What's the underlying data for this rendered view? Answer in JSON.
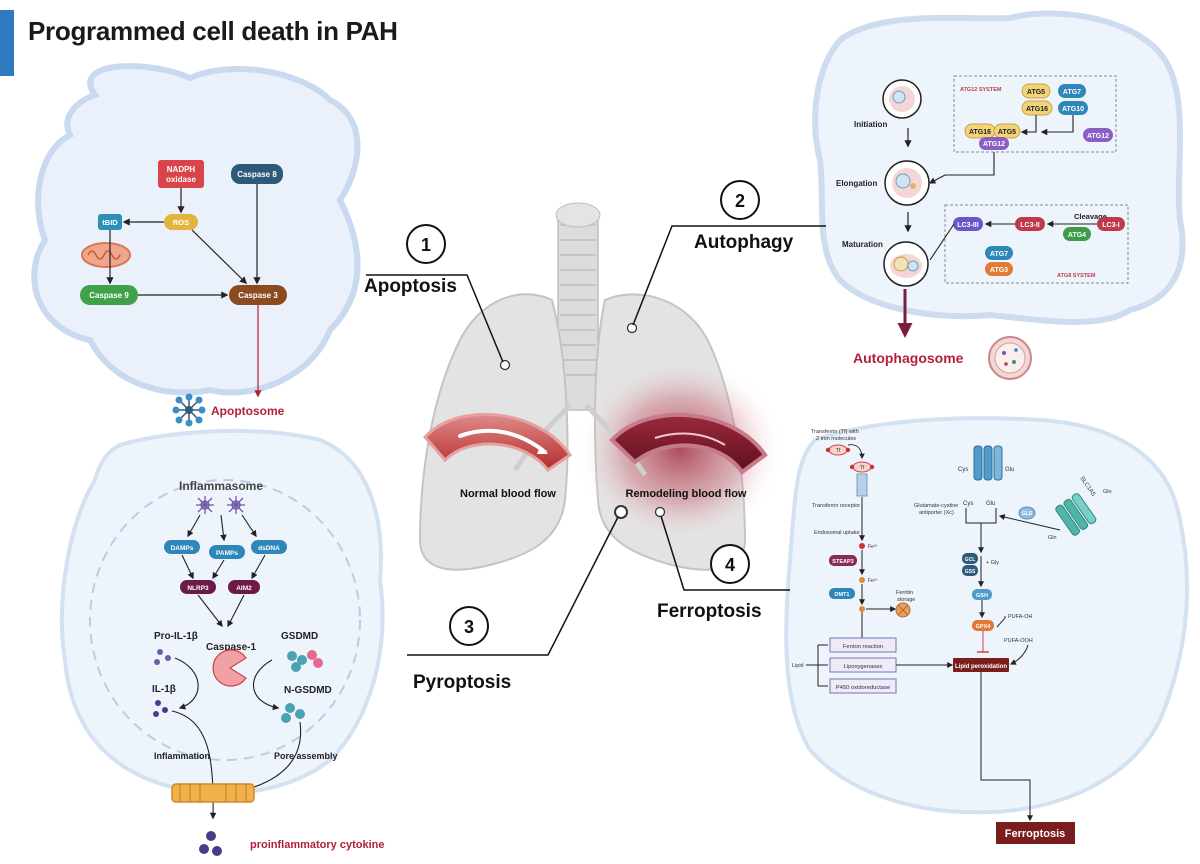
{
  "title": "Programmed cell death in PAH",
  "pathways": [
    {
      "number": "1",
      "label": "Apoptosis"
    },
    {
      "number": "2",
      "label": "Autophagy"
    },
    {
      "number": "3",
      "label": "Pyroptosis"
    },
    {
      "number": "4",
      "label": "Ferroptosis"
    }
  ],
  "lung": {
    "normal_label": "Normal blood flow",
    "remodeling_label": "Remodeling blood flow"
  },
  "apoptosis": {
    "nadph": "NADPH oxidase",
    "nadph_line1": "NADPH",
    "nadph_line2": "oxidase",
    "caspase8": "Caspase 8",
    "tbid": "tBID",
    "ros": "ROS",
    "caspase9": "Caspase 9",
    "caspase3": "Caspase 3",
    "apoptosome": "Apoptosome"
  },
  "autophagy": {
    "initiation": "Initiation",
    "elongation": "Elongation",
    "maturation": "Maturation",
    "atg12_system": "ATG12 SYSTEM",
    "atg8_system": "ATG8 SYSTEM",
    "atg5": "ATG5",
    "atg7": "ATG7",
    "atg16": "ATG16",
    "atg10": "ATG10",
    "atg12": "ATG12",
    "lc3_iii": "LC3-III",
    "lc3_ii": "LC3-II",
    "lc3_i": "LC3-I",
    "atg4": "ATG4",
    "atg3": "ATG3",
    "cleavage": "Cleavage",
    "autophagosome": "Autophagosome"
  },
  "pyroptosis": {
    "inflammasome": "Inflammasome",
    "damps": "DAMPs",
    "pamps": "PAMPs",
    "dsdna": "dsDNA",
    "nlrp3": "NLRP3",
    "aim2": "AIM2",
    "pro_il1b": "Pro-IL-1β",
    "caspase1": "Caspase-1",
    "gsdmd": "GSDMD",
    "il1b": "IL-1β",
    "n_gsdmd": "N-GSDMD",
    "inflammation": "Inflammation",
    "pore_assembly": "Pore assembly",
    "cytokine": "proinflammatory cytokine"
  },
  "ferroptosis": {
    "transferrin_line1": "Transferrin (Tf) with",
    "transferrin_line2": "2 iron molecules",
    "tf": "Tf",
    "transferrin_receptor": "Transferrin receptor",
    "endosomal_uptake": "Endosomal uptake",
    "fe3": "Fe³⁺",
    "steap3": "STEAP3",
    "fe2": "Fe²⁺",
    "dmt1": "DMT1",
    "ferritin_line1": "Ferritin",
    "ferritin_line2": "storage",
    "fenton": "Fenton reaction",
    "lipoxygenases": "Lipoxygenases",
    "p450": "P450 oxidoreductase",
    "lipid": "Lipid",
    "lipid_peroxidation": "Lipid peroxidation",
    "cys": "Cys",
    "glu": "Glu",
    "antiporter_line1": "Glutamate-cystine",
    "antiporter_line2": "antiporter (Xc)",
    "slc1a5": "SLC1A5",
    "gln": "Gln",
    "gls": "GLS",
    "gcl": "GCL",
    "gss": "GSS",
    "gly": "+ Gly",
    "gsh": "GSH",
    "gpx4": "GPX4",
    "pufa_oh": "PUFA-OH",
    "pufa_ooh": "PUFA-OOH",
    "result": "Ferroptosis"
  },
  "colors": {
    "title_bar": "#2f7bc1",
    "membrane": "#c9d9ef",
    "cell_fill": "#eaf1fa",
    "nadph": "#d9434a",
    "caspase8": "#2d5a78",
    "tbid": "#2c8fb8",
    "ros": "#e2b53c",
    "caspase9": "#3fa24a",
    "caspase3": "#8b4a1f",
    "atg_yellow": "#f2d37a",
    "atg_blue": "#2f87b9",
    "atg_purple": "#8a5fc5",
    "lc3_red": "#c0394a",
    "atg4": "#3e9b4a",
    "atg3": "#e07a35",
    "ferroptosis_box": "#7a1d1d",
    "accent_red": "#b3203a"
  }
}
